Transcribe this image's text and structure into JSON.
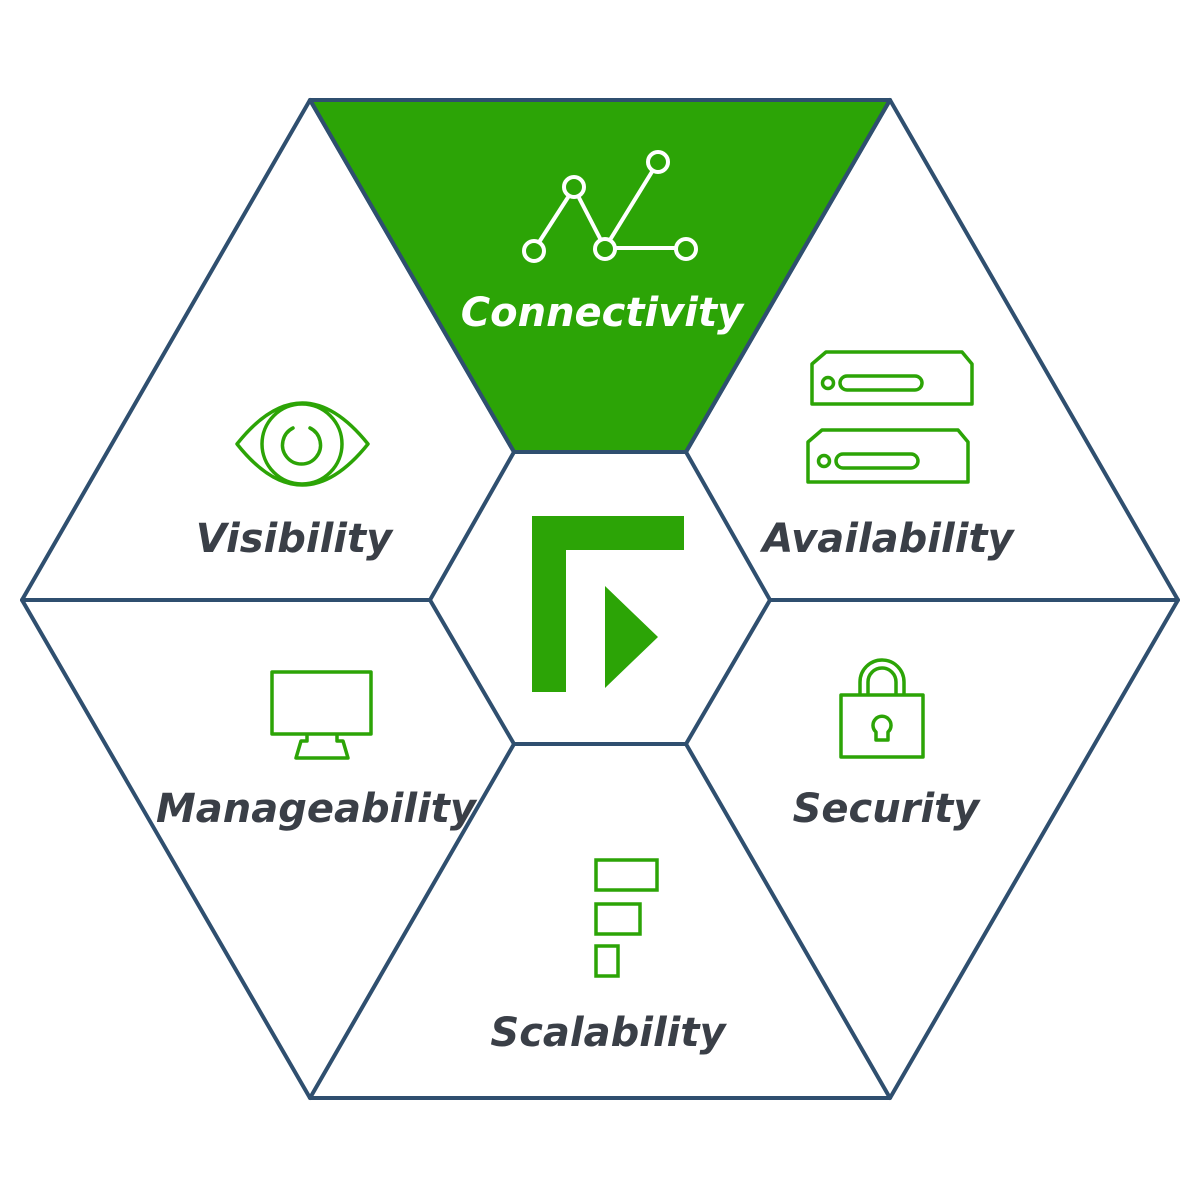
{
  "diagram": {
    "center": {
      "logo": "center-logo-icon"
    },
    "segments": [
      {
        "key": "connectivity",
        "label": "Connectivity",
        "icon": "network-nodes-icon",
        "highlighted": true
      },
      {
        "key": "availability",
        "label": "Availability",
        "icon": "server-stack-icon",
        "highlighted": false
      },
      {
        "key": "security",
        "label": "Security",
        "icon": "padlock-icon",
        "highlighted": false
      },
      {
        "key": "scalability",
        "label": "Scalability",
        "icon": "scaling-blocks-icon",
        "highlighted": false
      },
      {
        "key": "manageability",
        "label": "Manageability",
        "icon": "monitor-icon",
        "highlighted": false
      },
      {
        "key": "visibility",
        "label": "Visibility",
        "icon": "eye-icon",
        "highlighted": false
      }
    ]
  },
  "colors": {
    "outline": "#2f4f6f",
    "accent": "#2ca406",
    "label_dark": "#3a3f47",
    "label_light": "#ffffff",
    "background": "#ffffff"
  }
}
